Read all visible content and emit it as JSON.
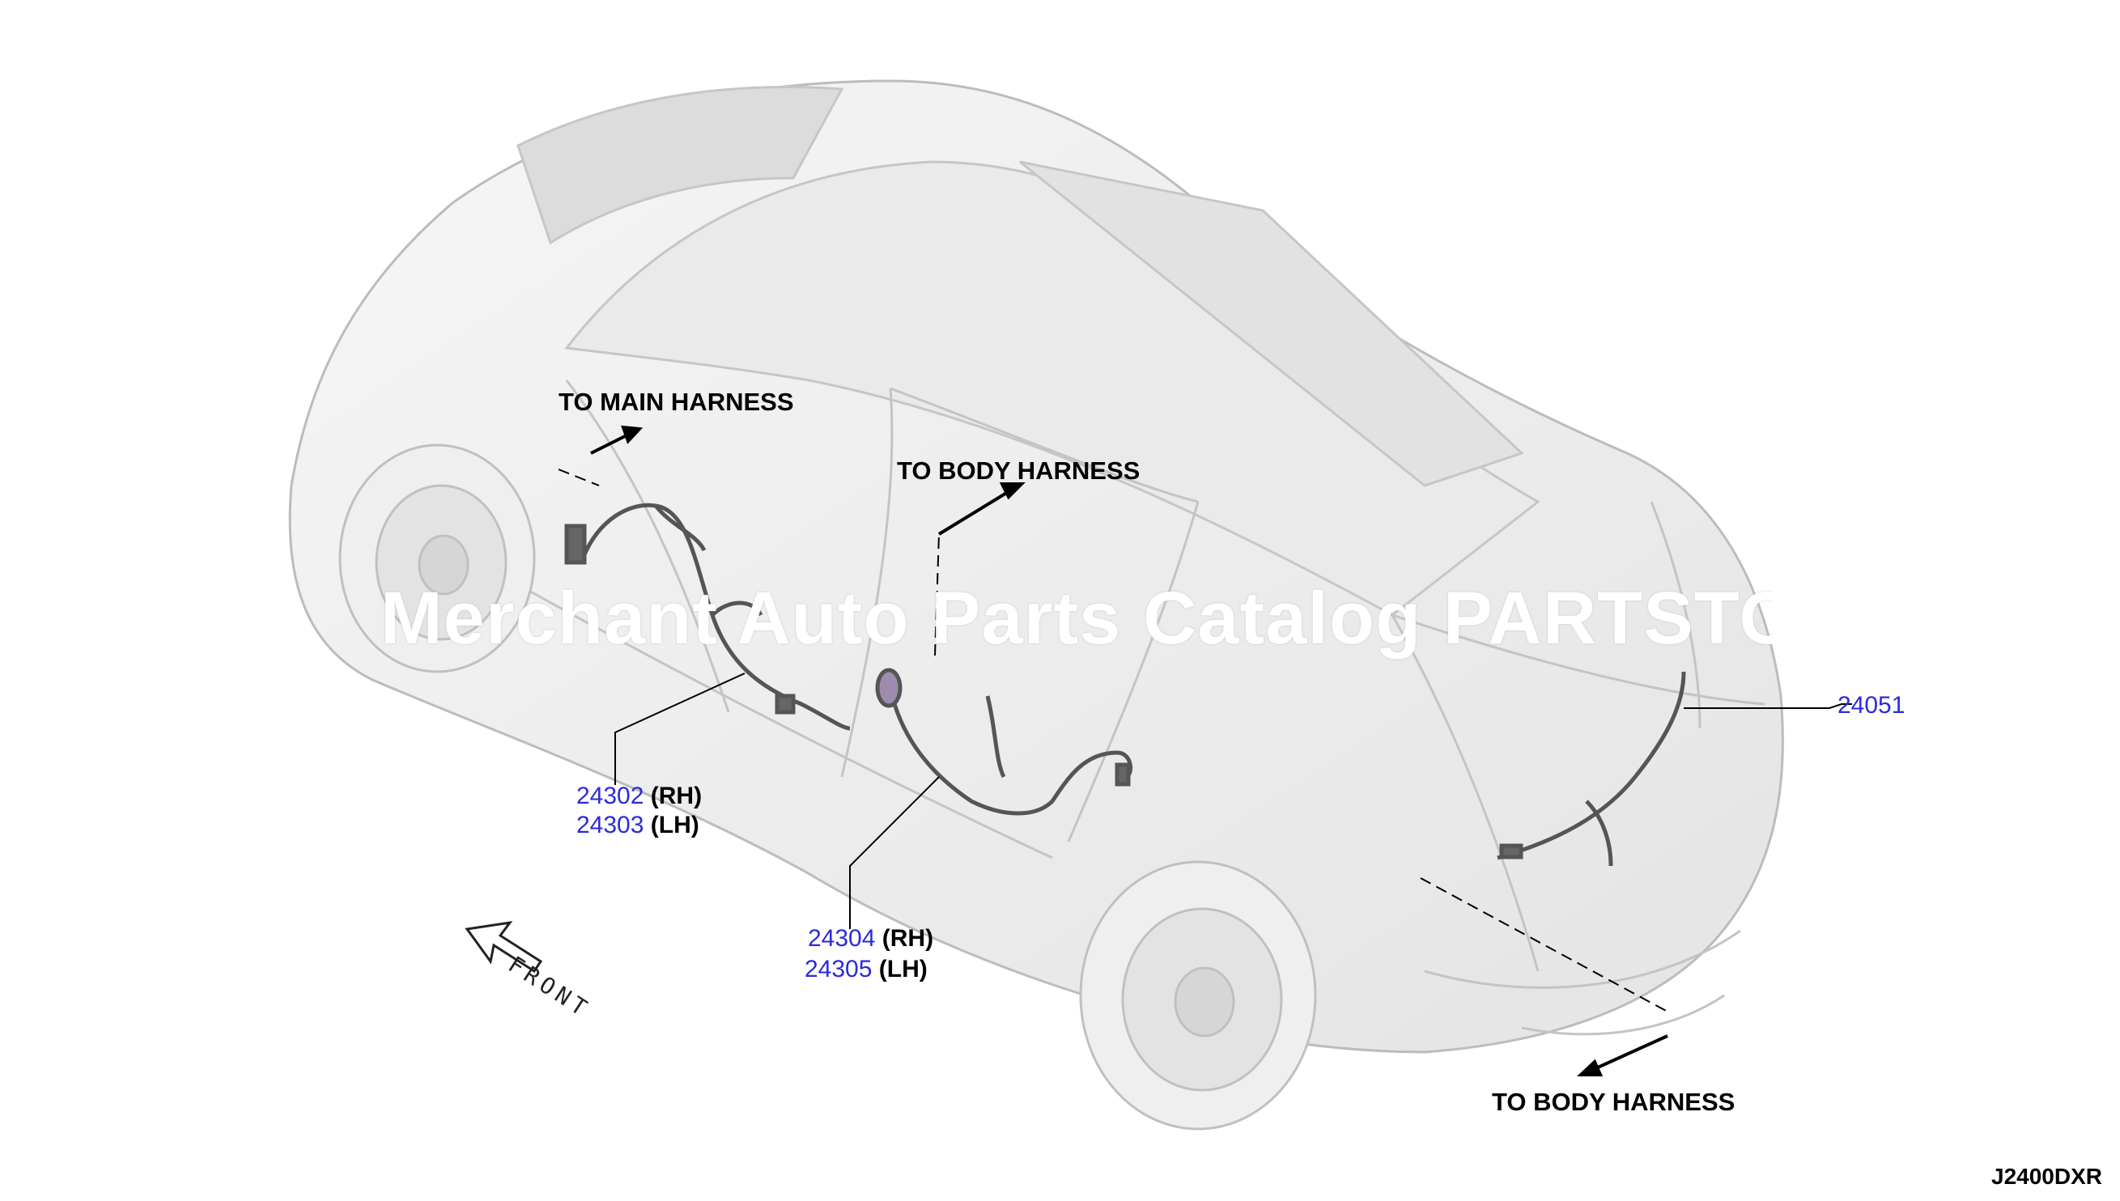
{
  "diagram": {
    "id_code": "J2400DXR",
    "watermark": "Merchant Auto Parts Catalog PARTSTO",
    "direction_label": "FRONT",
    "harness_notes": [
      {
        "key": "main",
        "text": "TO MAIN HARNESS"
      },
      {
        "key": "body_mid",
        "text": "TO BODY HARNESS"
      },
      {
        "key": "body_rear",
        "text": "TO BODY HARNESS"
      }
    ],
    "callouts": [
      {
        "key": "c24051",
        "number": "24051",
        "suffix": ""
      },
      {
        "key": "c24302",
        "number": "24302",
        "suffix": "(RH)"
      },
      {
        "key": "c24303",
        "number": "24303",
        "suffix": "(LH)"
      },
      {
        "key": "c24304",
        "number": "24304",
        "suffix": "(RH)"
      },
      {
        "key": "c24305",
        "number": "24305",
        "suffix": "(LH)"
      }
    ],
    "colors": {
      "callout_number": "#2b2bd9",
      "line": "#000000",
      "car_outline": "#bdbdbd",
      "car_fill": "#f1f1f1"
    }
  }
}
